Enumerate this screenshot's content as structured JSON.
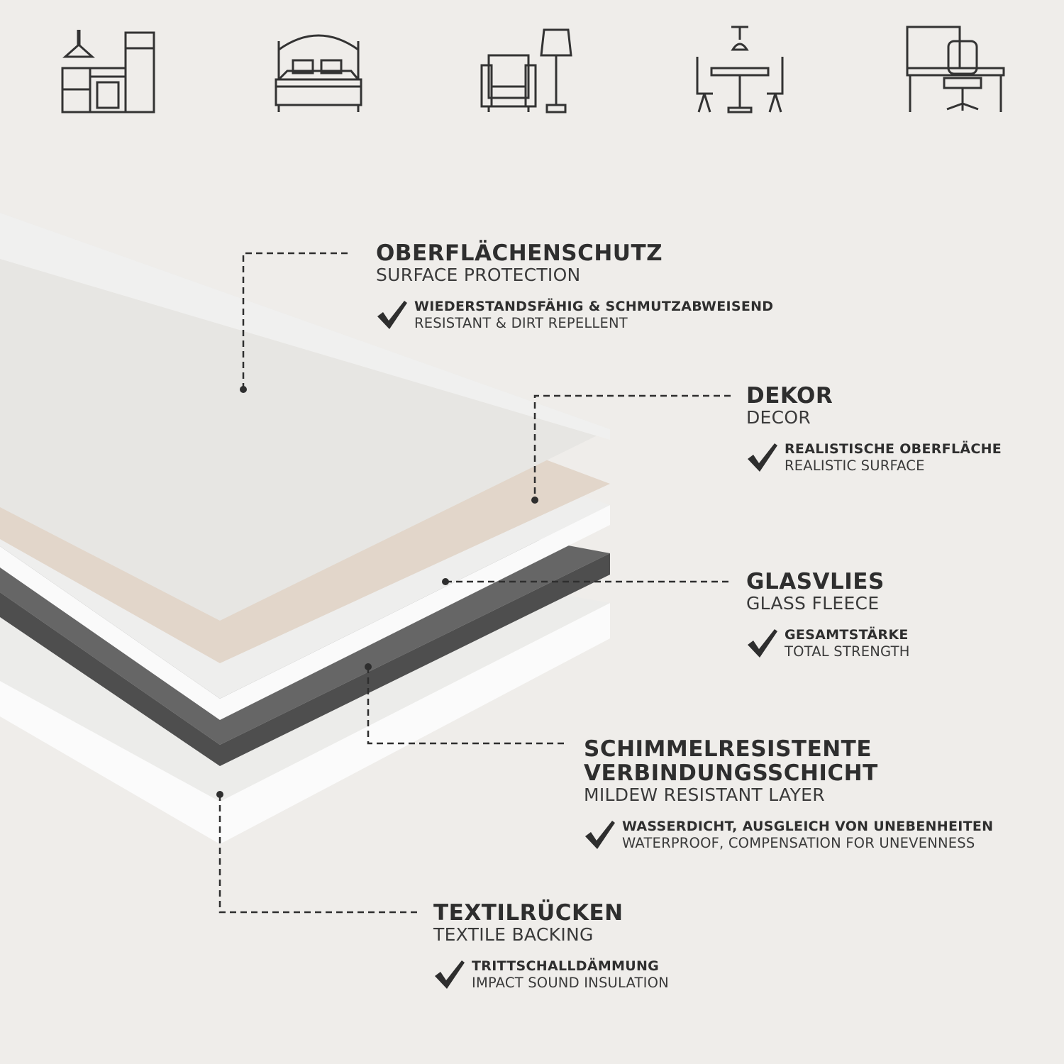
{
  "icons": [
    "kitchen-icon",
    "bedroom-icon",
    "living-room-icon",
    "dining-room-icon",
    "office-icon"
  ],
  "colors": {
    "background": "#efedea",
    "protection": "#e8e8e6",
    "decor": "#e2d6ca",
    "fleece": "#f1f1f1",
    "mildew_layer": "#5c5c5c",
    "backing": "#f4f4f4",
    "text": "#2e2e2e"
  },
  "layers": [
    {
      "title": "OBERFLÄCHENSCHUTZ",
      "subtitle": "SURFACE PROTECTION",
      "feature_title": "WIEDERSTANDSFÄHIG & SCHMUTZABWEISEND",
      "feature_sub": "RESISTANT & DIRT REPELLENT"
    },
    {
      "title": "DEKOR",
      "subtitle": "DECOR",
      "feature_title": "REALISTISCHE OBERFLÄCHE",
      "feature_sub": "REALISTIC SURFACE"
    },
    {
      "title": "GLASVLIES",
      "subtitle": "GLASS FLEECE",
      "feature_title": "GESAMTSTÄRKE",
      "feature_sub": "TOTAL STRENGTH"
    },
    {
      "title": "SCHIMMELRESISTENTE VERBINDUNGSSCHICHT",
      "subtitle": "MILDEW RESISTANT LAYER",
      "feature_title": "WASSERDICHT, AUSGLEICH VON UNEBENHEITEN",
      "feature_sub": "WATERPROOF, COMPENSATION FOR UNEVENNESS"
    },
    {
      "title": "TEXTILRÜCKEN",
      "subtitle": "TEXTILE BACKING",
      "feature_title": "TRITTSCHALLDÄMMUNG",
      "feature_sub": "IMPACT SOUND INSULATION"
    }
  ]
}
